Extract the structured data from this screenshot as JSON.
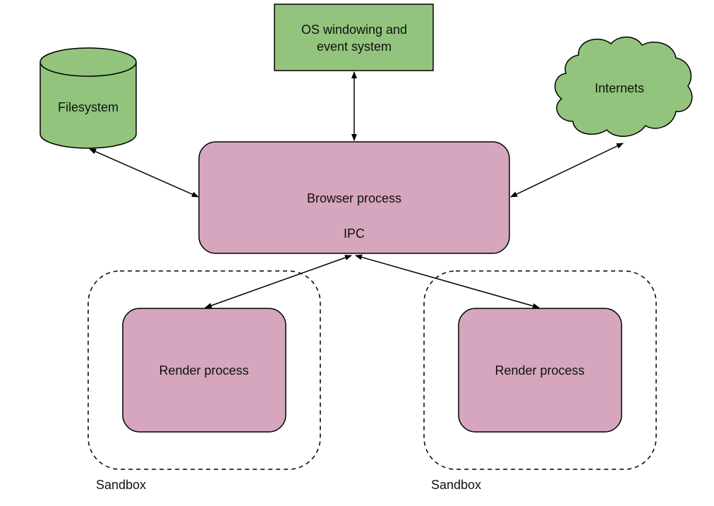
{
  "colors": {
    "green_fill": "#93c47d",
    "pink_fill": "#d5a6bd",
    "stroke": "#000000"
  },
  "nodes": {
    "os": {
      "line1": "OS windowing and",
      "line2": "event system"
    },
    "filesystem": {
      "label": "Filesystem"
    },
    "internets": {
      "label": "Internets"
    },
    "browser": {
      "label": "Browser process",
      "ipc_label": "IPC"
    },
    "render_left": {
      "label": "Render process"
    },
    "render_right": {
      "label": "Render process"
    }
  },
  "sandboxes": {
    "left": {
      "label": "Sandbox"
    },
    "right": {
      "label": "Sandbox"
    }
  }
}
